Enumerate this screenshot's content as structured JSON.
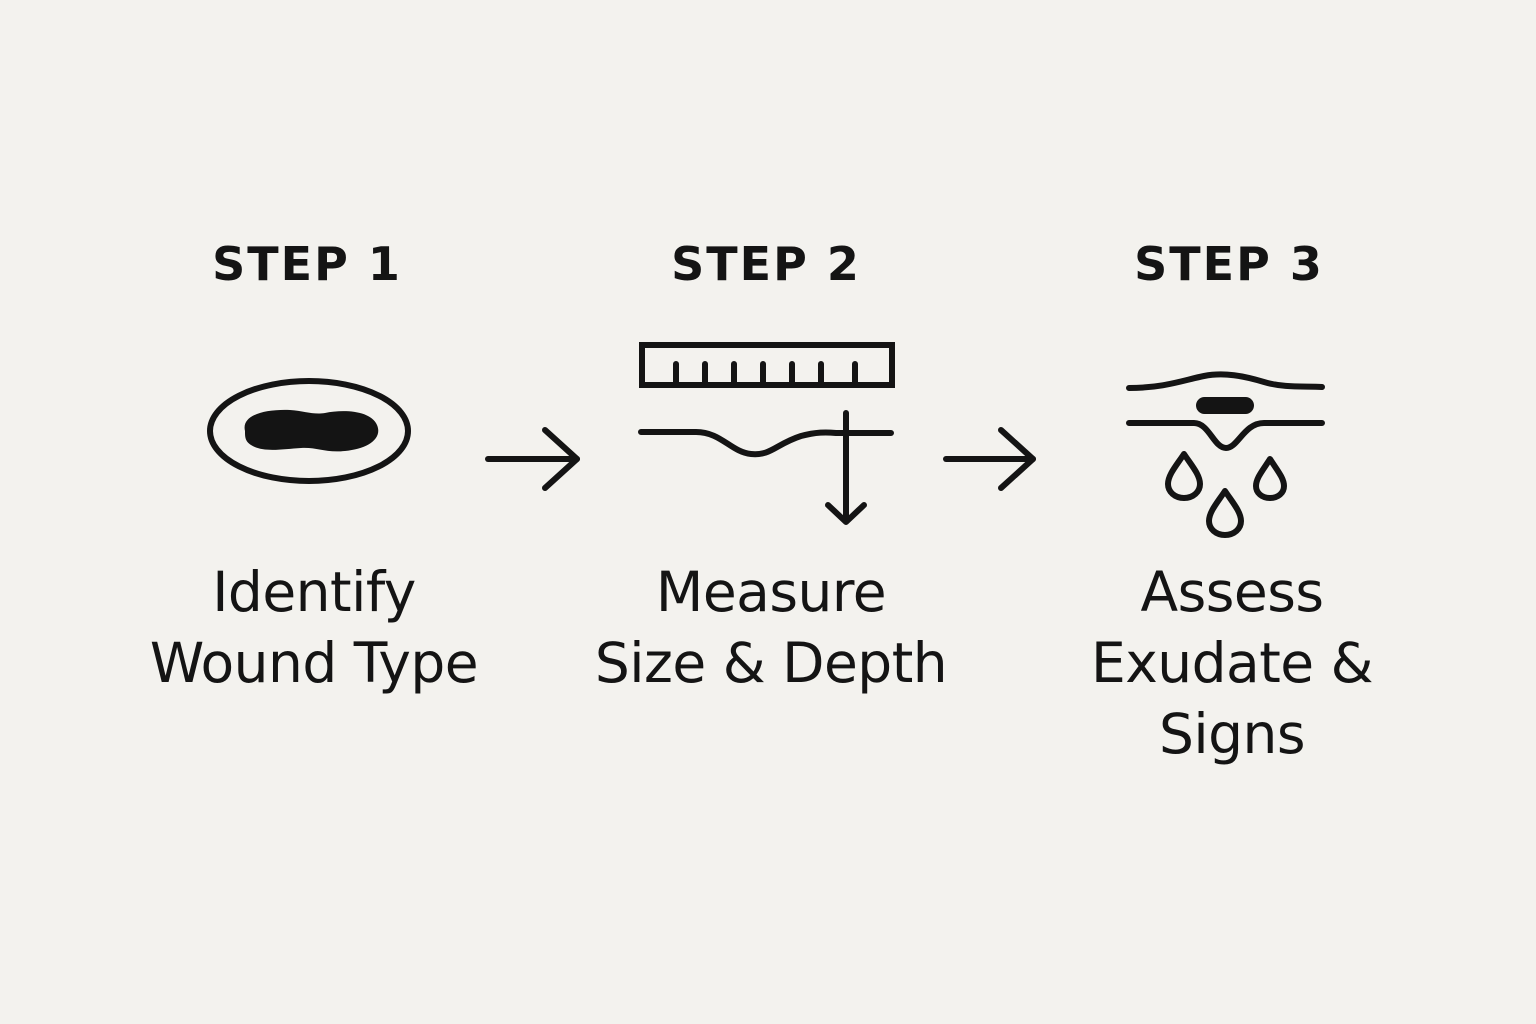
{
  "colors": {
    "background": "#f3f2ee",
    "ink": "#141414"
  },
  "steps": [
    {
      "heading": "STEP 1",
      "icon": "wound-oval-icon",
      "lines": [
        "Identify",
        "Wound Type"
      ]
    },
    {
      "heading": "STEP 2",
      "icon": "ruler-depth-icon",
      "lines": [
        "Measure",
        "Size & Depth"
      ]
    },
    {
      "heading": "STEP 3",
      "icon": "exudate-drops-icon",
      "lines": [
        "Assess",
        "Exudate &",
        "Signs"
      ]
    }
  ],
  "connectors": [
    "arrow-right-icon",
    "arrow-right-icon"
  ]
}
